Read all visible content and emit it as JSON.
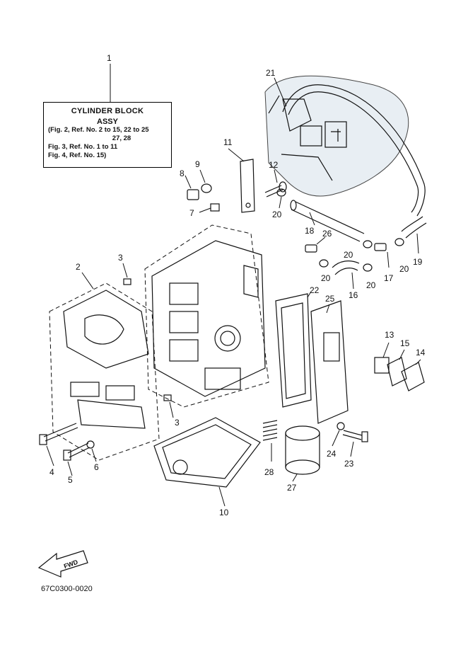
{
  "label_box": {
    "title": "CYLINDER BLOCK",
    "subtitle": "ASSY",
    "ref_lines": [
      "(Fig. 2, Ref. No. 2 to 15, 22 to 25",
      "27, 28",
      "Fig. 3, Ref. No. 1 to 11",
      "Fig. 4, Ref. No. 15)"
    ]
  },
  "callouts": {
    "c1": "1",
    "c2": "2",
    "c3a": "3",
    "c3b": "3",
    "c4": "4",
    "c5": "5",
    "c6": "6",
    "c7": "7",
    "c8": "8",
    "c9": "9",
    "c10": "10",
    "c11": "11",
    "c12": "12",
    "c13": "13",
    "c14": "14",
    "c15": "15",
    "c16": "16",
    "c17": "17",
    "c18": "18",
    "c19": "19",
    "c20a": "20",
    "c20b": "20",
    "c20c": "20",
    "c20d": "20",
    "c20e": "20",
    "c21": "21",
    "c22": "22",
    "c23": "23",
    "c24": "24",
    "c25": "25",
    "c26": "26",
    "c27": "27",
    "c28": "28"
  },
  "fwd_arrow_label": "FWD",
  "figure_code": "67C0300-0020"
}
